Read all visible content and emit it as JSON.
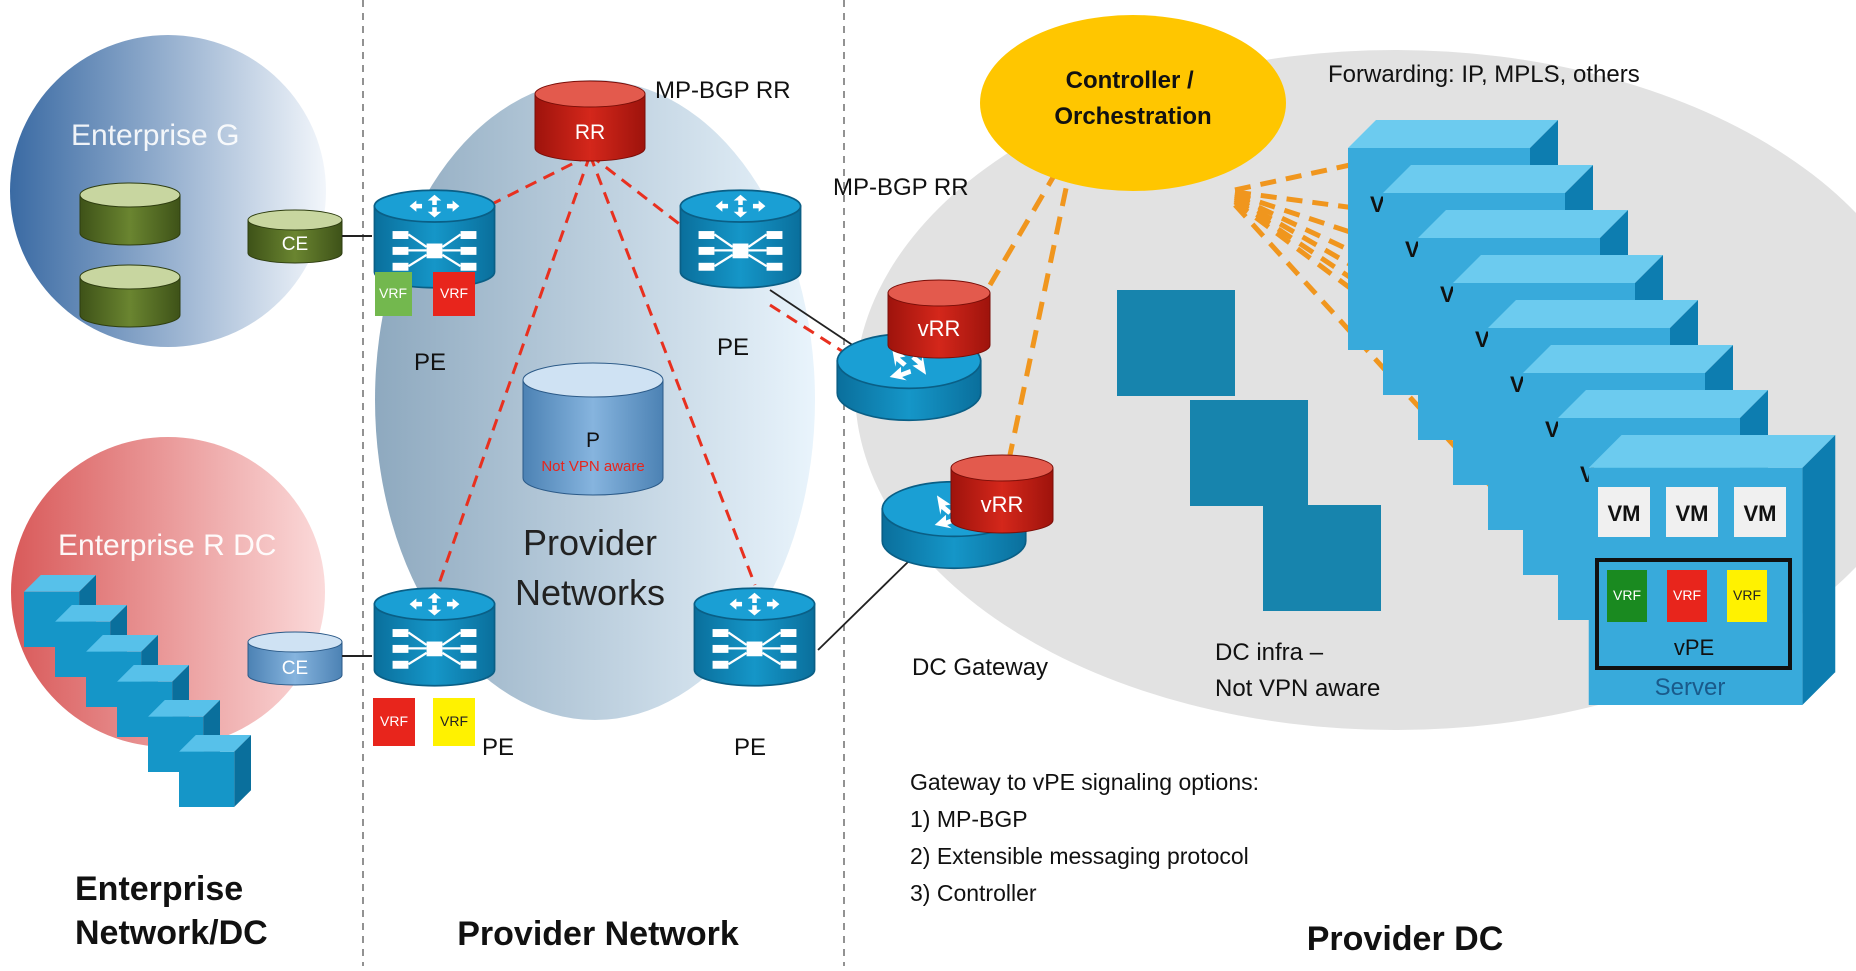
{
  "sections": {
    "enterprise": "Enterprise Network/DC",
    "provider_network": "Provider Network",
    "provider_dc": "Provider DC"
  },
  "enterprise_g": {
    "title": "Enterprise G",
    "ce": "CE"
  },
  "enterprise_r": {
    "title": "Enterprise R  DC",
    "ce": "CE"
  },
  "provider": {
    "cloud_label": "Provider Networks",
    "rr": "RR",
    "rr_label": "MP-BGP RR",
    "p_label": "P",
    "p_sublabel": "Not VPN aware",
    "pe_label": "PE",
    "vrf": "VRF"
  },
  "dc": {
    "controller": "Controller / Orchestration",
    "forwarding": "Forwarding: IP, MPLS, others",
    "rr_label": "MP-BGP RR",
    "vrr": "vRR",
    "gateway_label": "DC Gateway",
    "infra_label_1": "DC infra –",
    "infra_label_2": "Not VPN aware",
    "vm": "VM",
    "vpe": "vPE",
    "server": "Server",
    "server_stack_count": 8
  },
  "signaling": {
    "title": "Gateway to vPE signaling options:",
    "options": [
      "1) MP-BGP",
      "2) Extensible messaging protocol",
      "3) Controller"
    ]
  },
  "colors": {
    "enterprise_g_region": "#3f6fa8",
    "enterprise_r_region": "#e06a6a",
    "provider_cloud": "#9fc0dc",
    "dc_region": "#e3e3e3",
    "router_blue": "#0e86b8",
    "rr_red": "#c41a10",
    "controller_yellow": "#ffc600",
    "server_blue": "#36a9d6",
    "dc_infra_square": "#1784ad",
    "vrf_green_light": "#73b84e",
    "vrf_green_dark": "#1a8a20",
    "vrf_red": "#e8251c",
    "vrf_yellow": "#fff200",
    "link_red": "#e8301f",
    "link_orange": "#f0961e"
  }
}
